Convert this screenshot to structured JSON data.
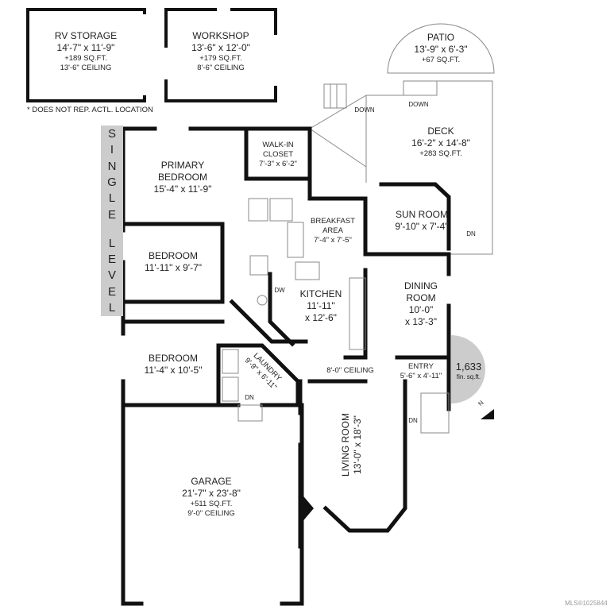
{
  "level_label": [
    "S",
    "I",
    "N",
    "G",
    "L",
    "E",
    "L",
    "E",
    "V",
    "E",
    "L"
  ],
  "note": "* DOES NOT REP. ACTL. LOCATION",
  "rooms": {
    "rv_storage": {
      "name": "RV STORAGE",
      "dims": "14'-7\" x 11'-9\"",
      "area": "+189 SQ.FT.",
      "ceiling": "13'-6\" CEILING"
    },
    "workshop": {
      "name": "WORKSHOP",
      "dims": "13'-6\" x 12'-0\"",
      "area": "+179 SQ.FT.",
      "ceiling": "8'-6\" CEILING"
    },
    "patio": {
      "name": "PATIO",
      "dims": "13'-9\" x 6'-3\"",
      "area": "+67 SQ.FT."
    },
    "deck": {
      "name": "DECK",
      "dims": "16'-2\" x 14'-8\"",
      "area": "+283 SQ.FT."
    },
    "primary_bedroom": {
      "name1": "PRIMARY",
      "name2": "BEDROOM",
      "dims": "15'-4\" x 11'-9\""
    },
    "walk_in_closet": {
      "name1": "WALK-IN",
      "name2": "CLOSET",
      "dims": "7'-3\" x 6'-2\""
    },
    "breakfast_area": {
      "name1": "BREAKFAST",
      "name2": "AREA",
      "dims": "7'-4\" x 7'-5\""
    },
    "sun_room": {
      "name": "SUN ROOM",
      "dims": "9'-10\" x 7'-4\""
    },
    "bedroom_1": {
      "name": "BEDROOM",
      "dims": "11'-11\" x 9'-7\""
    },
    "kitchen": {
      "name": "KITCHEN",
      "dims1": "11'-11\"",
      "dims2": "x 12'-6\""
    },
    "dining_room": {
      "name1": "DINING",
      "name2": "ROOM",
      "dims1": "10'-0\"",
      "dims2": "x 13'-3\""
    },
    "bedroom_2": {
      "name": "BEDROOM",
      "dims": "11'-4\" x 10'-5\""
    },
    "laundry": {
      "name": "LAUNDRY",
      "dims": "9'-9\" x 6'-11\""
    },
    "entry": {
      "name": "ENTRY",
      "dims": "5'-6\" x 4'-11\""
    },
    "living_room": {
      "name": "LIVING ROOM",
      "dims": "13'-0\" x 18'-3\""
    },
    "garage": {
      "name": "GARAGE",
      "dims": "21'-7\" x 23'-8\"",
      "area": "+511 SQ.FT.",
      "ceiling": "9'-0\" CEILING"
    }
  },
  "annotations": {
    "down_1": "DOWN",
    "down_2": "DOWN",
    "dn_deck": "DN",
    "dn_laundry": "DN",
    "dn_entry": "DN",
    "dw": "DW",
    "ceiling_main": "8'-0\" CEILING"
  },
  "total": {
    "value": "1,633",
    "unit": "fin. sq.ft.",
    "north": "N"
  },
  "mls": "MLS®1025844"
}
